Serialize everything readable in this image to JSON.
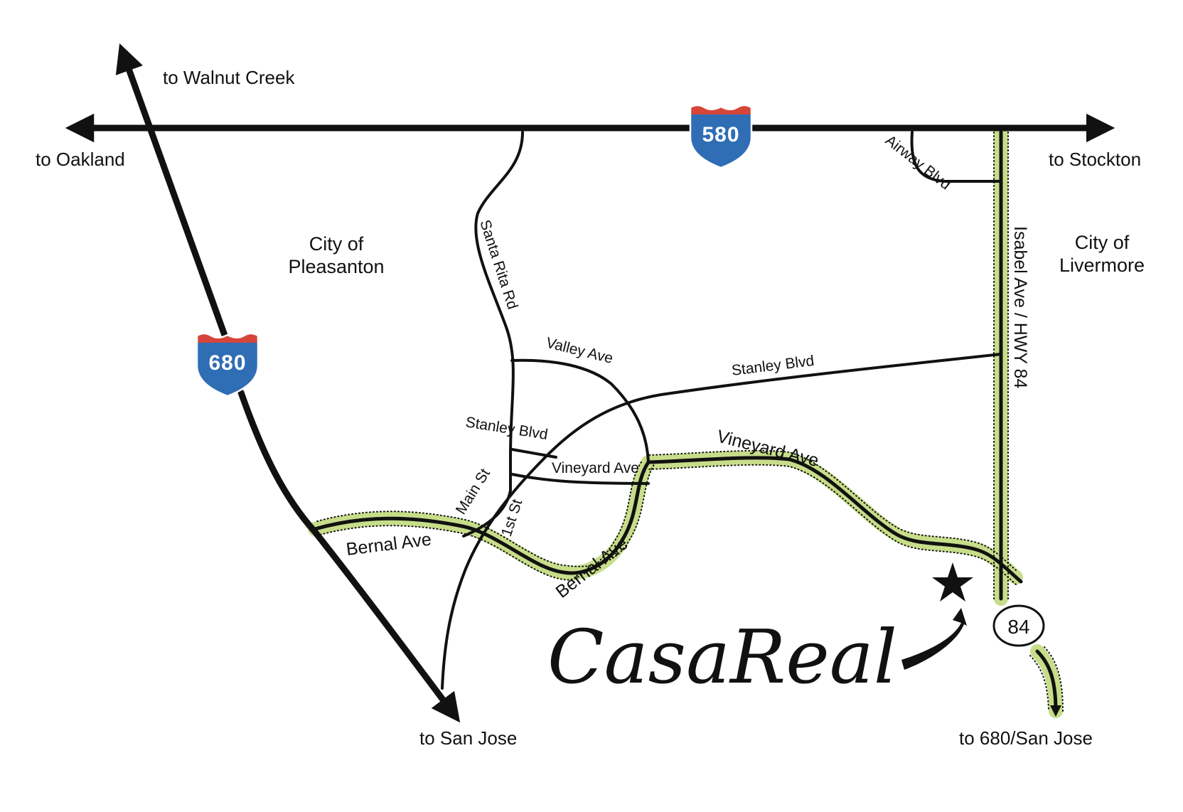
{
  "destinations": {
    "walnut_creek": "to Walnut Creek",
    "oakland": "to Oakland",
    "stockton": "to Stockton",
    "san_jose": "to San Jose",
    "san_jose_680": "to 680/San Jose"
  },
  "cities": {
    "pleasanton_line1": "City of",
    "pleasanton_line2": "Pleasanton",
    "livermore_line1": "City of",
    "livermore_line2": "Livermore"
  },
  "shields": {
    "i580": "580",
    "i680": "680",
    "hwy84": "84"
  },
  "streets": {
    "santa_rita": "Santa Rita Rd",
    "airway": "Airway Blvd",
    "isabel": "Isabel Ave / HWY 84",
    "valley": "Valley Ave",
    "stanley_east": "Stanley Blvd",
    "stanley_west": "Stanley Blvd",
    "vineyard_small": "Vineyard Ave",
    "vineyard_large": "Vineyard Ave",
    "main": "Main St",
    "first": "1st St",
    "bernal_west": "Bernal Ave",
    "bernal_east": "Bernal Ave"
  },
  "venue": {
    "name": "CasaReal",
    "marker_icon": "star-icon"
  },
  "colors": {
    "interstate_blue": "#2f6db5",
    "interstate_red": "#d6453a",
    "route_highlight": "#c7dd8a",
    "road": "#111111"
  }
}
